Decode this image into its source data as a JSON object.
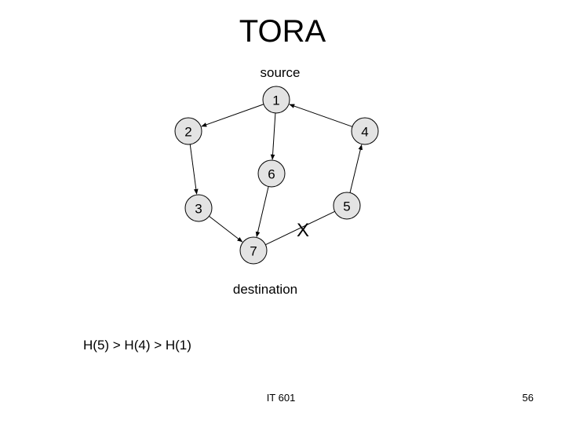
{
  "title": "TORA",
  "source_label": "source",
  "destination_label": "destination",
  "heights_text": "H(5) > H(4) > H(1)",
  "broken_link_mark": "X",
  "footer": "IT 601",
  "page_number": "56",
  "nodes": [
    {
      "id": "1",
      "label": "1"
    },
    {
      "id": "2",
      "label": "2"
    },
    {
      "id": "4",
      "label": "4"
    },
    {
      "id": "6",
      "label": "6"
    },
    {
      "id": "3",
      "label": "3"
    },
    {
      "id": "5",
      "label": "5"
    },
    {
      "id": "7",
      "label": "7"
    }
  ],
  "edges": [
    {
      "from": "1",
      "to": "2",
      "direction": "1 to 2"
    },
    {
      "from": "1",
      "to": "6",
      "direction": "1 to 6"
    },
    {
      "from": "4",
      "to": "1",
      "direction": "4 to 1"
    },
    {
      "from": "2",
      "to": "3",
      "direction": "2 to 3"
    },
    {
      "from": "5",
      "to": "4",
      "direction": "5 to 4"
    },
    {
      "from": "6",
      "to": "7",
      "direction": "6 to 7"
    },
    {
      "from": "3",
      "to": "7",
      "direction": "3 to 7"
    }
  ],
  "colors": {
    "node_fill": "#e3e3e3",
    "stroke": "#000000",
    "background": "#ffffff"
  }
}
